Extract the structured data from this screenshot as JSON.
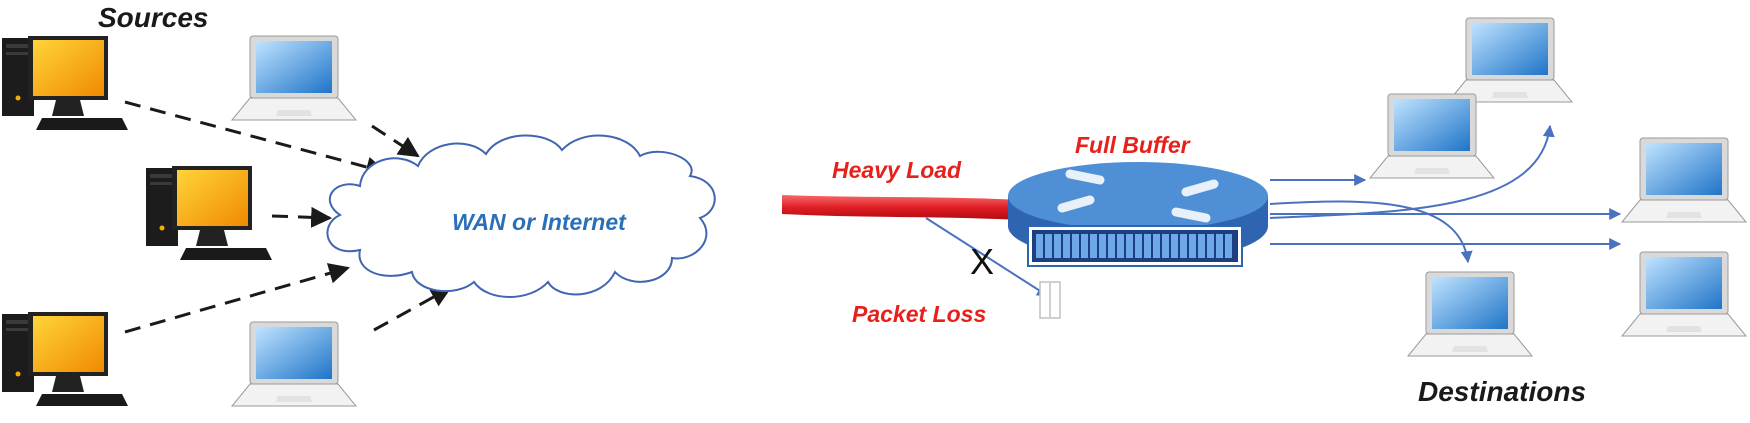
{
  "labels": {
    "sources": "Sources",
    "destinations": "Destinations",
    "network": "WAN or Internet",
    "heavy_load": "Heavy Load",
    "full_buffer": "Full Buffer",
    "packet_loss": "Packet Loss",
    "drop_mark": "X"
  },
  "colors": {
    "red_label": "#e8201c",
    "blue_label": "#2a6fb8",
    "link_blue": "#4a72c0",
    "heavy_link": "#e01e24",
    "cloud_stroke": "#3f65b3",
    "router_body": "#2f64b0",
    "router_top": "#4f8fd6",
    "monitor_fill": "#f6a300",
    "laptop_screen": "#3a8fd8"
  },
  "icons": {
    "desktop": "desktop-computer-icon",
    "laptop": "laptop-icon",
    "router": "router-icon",
    "cloud": "cloud-icon",
    "packet": "dropped-packet-icon"
  }
}
